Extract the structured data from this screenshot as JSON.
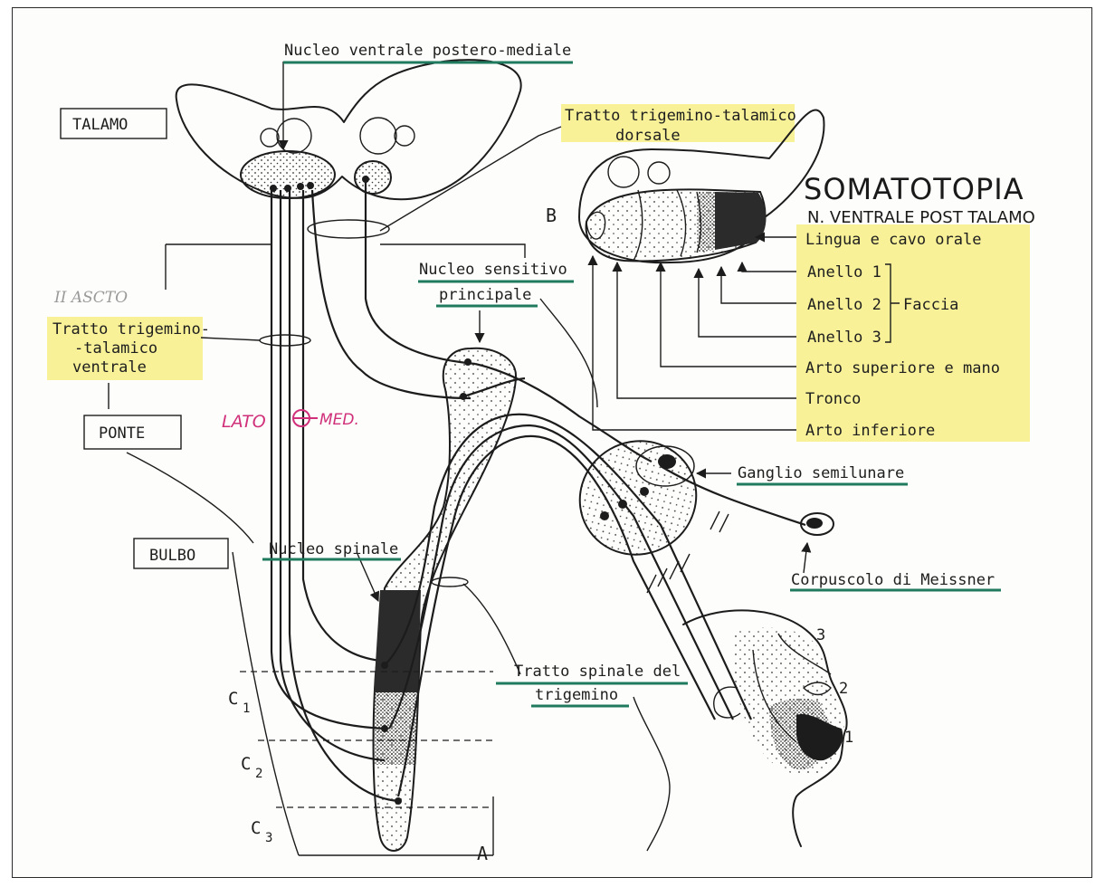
{
  "labels": {
    "nucleo_vpm": "Nucleo ventrale postero-mediale",
    "talamo": "TALAMO",
    "tratto_dorsale_1": "Tratto trigemino-talamico",
    "tratto_dorsale_2": "dorsale",
    "letter_b": "B",
    "letter_a": "A",
    "nucleo_sensitivo_1": "Nucleo sensitivo",
    "nucleo_sensitivo_2": "principale",
    "tratto_ventrale_1": "Tratto trigemino-",
    "tratto_ventrale_2": "-talamico",
    "tratto_ventrale_3": "ventrale",
    "ponte": "PONTE",
    "bulbo": "BULBO",
    "nucleo_spinale": "Nucleo spinale",
    "ganglio": "Ganglio semilunare",
    "corpuscolo": "Corpuscolo di Meissner",
    "tratto_spinale_1": "Tratto spinale del",
    "tratto_spinale_2": "trigemino",
    "c1": "C",
    "c1_sub": "1",
    "c2": "C",
    "c2_sub": "2",
    "c3": "C",
    "c3_sub": "3",
    "face_1": "1",
    "face_2": "2",
    "face_3": "3"
  },
  "somatotopia": {
    "title": "SOMATOTOPIA",
    "subtitle": "N. VENTRALE POST TALAMO",
    "items": {
      "lingua": "Lingua e cavo orale",
      "anello1": "Anello 1",
      "anello2": "Anello 2",
      "anello3": "Anello 3",
      "faccia": "Faccia",
      "arto_sup": "Arto superiore e mano",
      "tronco": "Tronco",
      "arto_inf": "Arto inferiore"
    }
  },
  "annotations": {
    "pencil": "II ASCTO",
    "lato_lato": "LATO",
    "lato_med": "MED."
  },
  "colors": {
    "highlight": "#f7ef86",
    "underline": "#1f7a5e",
    "ink": "#1c1c1c",
    "magenta": "#d0307a"
  }
}
